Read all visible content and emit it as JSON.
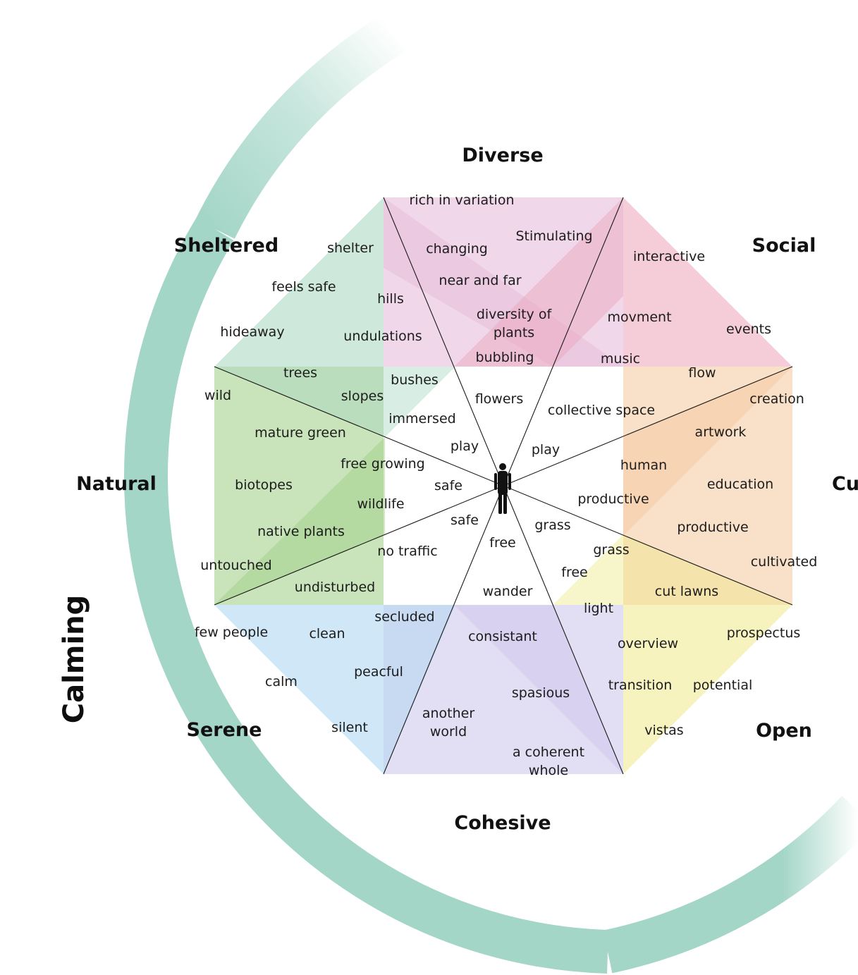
{
  "arc": {
    "label": "Calming",
    "color": "#a4d6c7"
  },
  "dimensions": [
    {
      "id": "diverse",
      "label": "Diverse",
      "color": "#e4b8d8"
    },
    {
      "id": "social",
      "label": "Social",
      "color": "#eba4ba"
    },
    {
      "id": "cultural",
      "label": "Cu",
      "color": "#f4c69a"
    },
    {
      "id": "open",
      "label": "Open",
      "color": "#eee98a"
    },
    {
      "id": "cohesive",
      "label": "Cohesive",
      "color": "#cbc2ea"
    },
    {
      "id": "serene",
      "label": "Serene",
      "color": "#a9d4f2"
    },
    {
      "id": "natural",
      "label": "Natural",
      "color": "#9ccc82"
    },
    {
      "id": "sheltered",
      "label": "Sheltered",
      "color": "#a8d6c0"
    }
  ],
  "words": [
    "rich in variation",
    "Stimulating",
    "changing",
    "shelter",
    "near and far",
    "diversity of plants",
    "bubbling",
    "interactive",
    "movment",
    "events",
    "music",
    "flow",
    "creation",
    "collective space",
    "artwork",
    "human",
    "education",
    "productive",
    "productive",
    "cultivated",
    "grass",
    "grass",
    "free",
    "cut lawns",
    "light",
    "prospectus",
    "overview",
    "transition",
    "potential",
    "vistas",
    "consistant",
    "spasious",
    "a coherent whole",
    "another world",
    "secluded",
    "peacful",
    "clean",
    "few people",
    "calm",
    "silent",
    "undisturbed",
    "no traffic",
    "untouched",
    "native plants",
    "wildlife",
    "biotopes",
    "free growing",
    "mature green",
    "wild",
    "trees",
    "slopes",
    "bushes",
    "immersed",
    "hideaway",
    "feels safe",
    "hills",
    "undulations",
    "flowers",
    "play",
    "play",
    "safe",
    "safe",
    "free",
    "wander"
  ],
  "figure": {
    "icon": "person-icon"
  }
}
